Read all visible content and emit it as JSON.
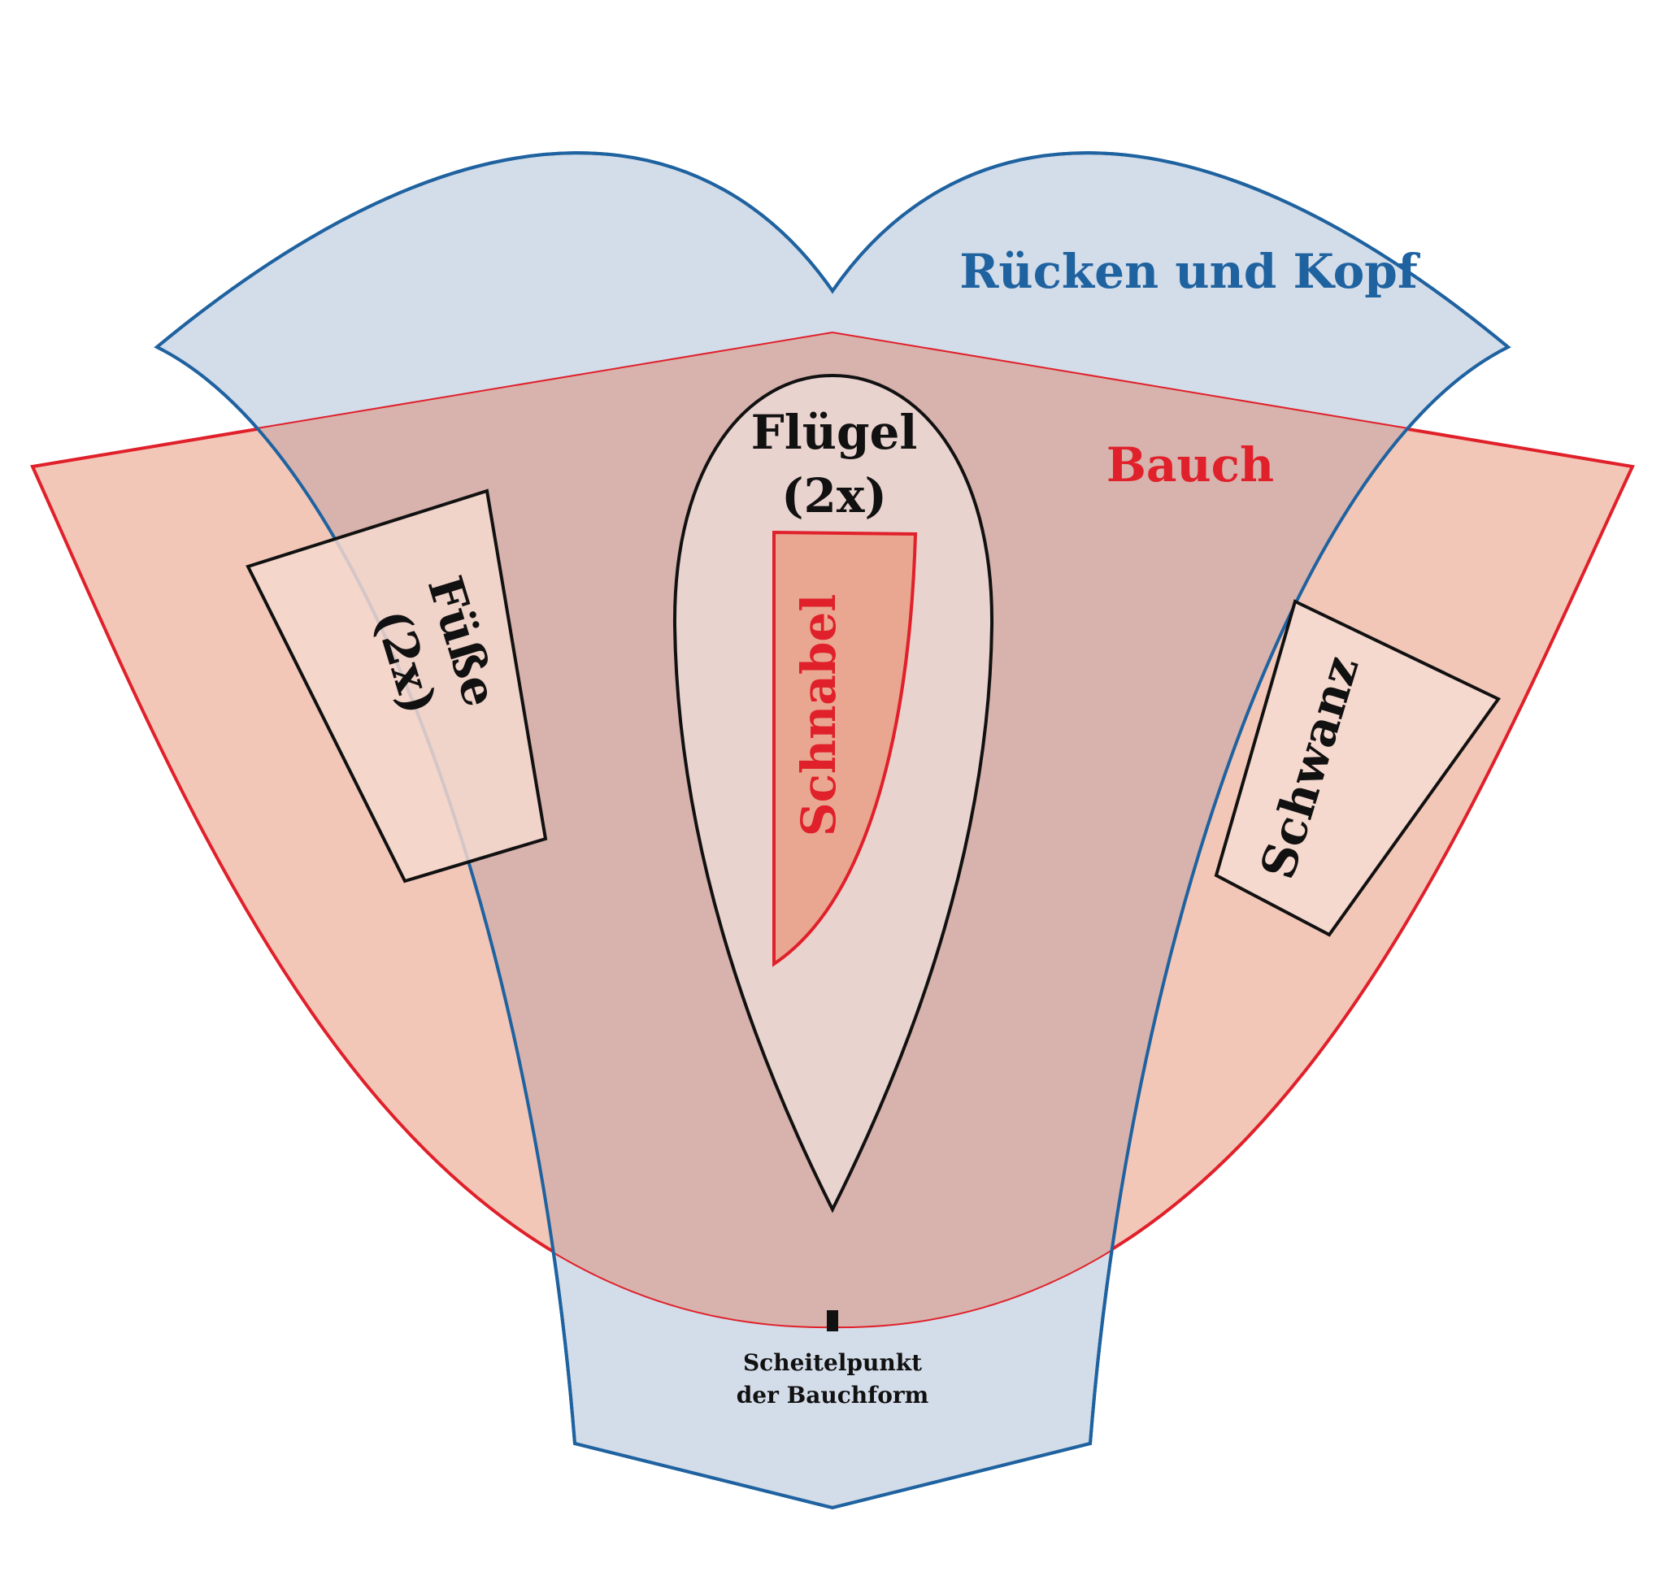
{
  "pieces": {
    "back": {
      "label": "Rücken und Kopf"
    },
    "belly": {
      "label": "Bauch"
    },
    "wing": {
      "label_line1": "Flügel",
      "label_line2": "(2x)"
    },
    "beak": {
      "label": "Schnabel"
    },
    "feet": {
      "label_line1": "Füße",
      "label_line2": "(2x)"
    },
    "tail": {
      "label": "Schwanz"
    }
  },
  "apex": {
    "label_line1": "Scheitelpunkt",
    "label_line2": "der Bauchform"
  },
  "colors": {
    "back_fill": "#d3dce9",
    "back_stroke": "#1f62a0",
    "back_text": "#1f62a0",
    "belly_fill": "#f2c7b8",
    "belly_stroke": "#e0202a",
    "belly_text": "#e0202a",
    "overlap_fill": "#d8b2ac",
    "wing_fill": "#e9d3cf",
    "beak_fill": "#e9a690",
    "piece_fill": "#f5d8ce",
    "outline": "#111111"
  }
}
